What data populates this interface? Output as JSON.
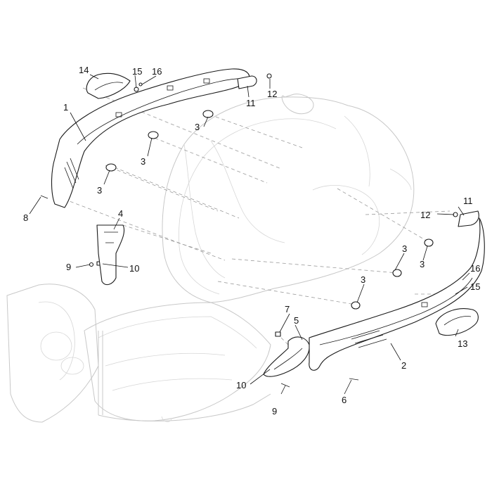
{
  "callouts": [
    {
      "id": "c1",
      "label": "1"
    },
    {
      "id": "c2",
      "label": "2"
    },
    {
      "id": "c3a",
      "label": "3"
    },
    {
      "id": "c3b",
      "label": "3"
    },
    {
      "id": "c3c",
      "label": "3"
    },
    {
      "id": "c3d",
      "label": "3"
    },
    {
      "id": "c3e",
      "label": "3"
    },
    {
      "id": "c3f",
      "label": "3"
    },
    {
      "id": "c4",
      "label": "4"
    },
    {
      "id": "c5",
      "label": "5"
    },
    {
      "id": "c6",
      "label": "6"
    },
    {
      "id": "c7",
      "label": "7"
    },
    {
      "id": "c8",
      "label": "8"
    },
    {
      "id": "c9a",
      "label": "9"
    },
    {
      "id": "c9b",
      "label": "9"
    },
    {
      "id": "c10a",
      "label": "10"
    },
    {
      "id": "c10b",
      "label": "10"
    },
    {
      "id": "c11a",
      "label": "11"
    },
    {
      "id": "c11b",
      "label": "11"
    },
    {
      "id": "c12a",
      "label": "12"
    },
    {
      "id": "c12b",
      "label": "12"
    },
    {
      "id": "c13",
      "label": "13"
    },
    {
      "id": "c14",
      "label": "14"
    },
    {
      "id": "c15a",
      "label": "15"
    },
    {
      "id": "c15b",
      "label": "15"
    },
    {
      "id": "c16a",
      "label": "16"
    },
    {
      "id": "c16b",
      "label": "16"
    }
  ]
}
